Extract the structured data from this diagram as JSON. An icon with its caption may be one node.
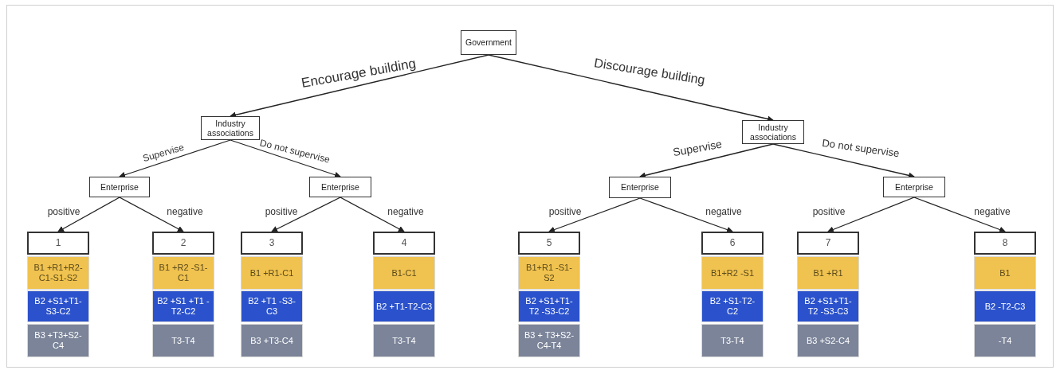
{
  "diagram": {
    "nodes": [
      {
        "text": [
          "Government"
        ]
      },
      {
        "text": [
          "Industry associations"
        ]
      },
      {
        "text": [
          "Enterprise"
        ]
      },
      {
        "text": [
          "Enterprise"
        ]
      },
      {
        "text": [
          "Industry associations"
        ]
      },
      {
        "text": [
          "Enterprise"
        ]
      },
      {
        "text": [
          "Enterprise"
        ]
      },
      {
        "text": [
          "1"
        ]
      },
      {
        "text": [
          "B1 +R1+R2-C1-S1-S2"
        ]
      },
      {
        "text": [
          "B2 +S1+T1-S3-C2"
        ]
      },
      {
        "text": [
          "B3 +T3+S2-C4"
        ]
      },
      {
        "text": [
          "2"
        ]
      },
      {
        "text": [
          "B1 +R2 -S1-C1"
        ]
      },
      {
        "text": [
          "B2 +S1 +T1 -T2-C2"
        ]
      },
      {
        "text": [
          "T3-T4"
        ]
      },
      {
        "text": [
          "3"
        ]
      },
      {
        "text": [
          "B1 +R1-C1"
        ]
      },
      {
        "text": [
          "B2 +T1 -S3-C3"
        ]
      },
      {
        "text": [
          "B3 +T3-C4"
        ]
      },
      {
        "text": [
          "4"
        ]
      },
      {
        "text": [
          "B1-C1"
        ]
      },
      {
        "text": [
          "B2 +T1-T2-C3"
        ]
      },
      {
        "text": [
          "T3-T4"
        ]
      },
      {
        "text": [
          "5"
        ]
      },
      {
        "text": [
          "B1+R1 -S1-S2"
        ]
      },
      {
        "text": [
          "B2 +S1+T1-T2 -S3-C2"
        ]
      },
      {
        "text": [
          "B3 + T3+S2-C4-T4"
        ]
      },
      {
        "text": [
          "6"
        ]
      },
      {
        "text": [
          "B1+R2 -S1"
        ]
      },
      {
        "text": [
          "B2 +S1-T2-C2"
        ]
      },
      {
        "text": [
          "T3-T4"
        ]
      },
      {
        "text": [
          "7"
        ]
      },
      {
        "text": [
          "B1 +R1"
        ]
      },
      {
        "text": [
          "B2 +S1+T1-T2 -S3-C3"
        ]
      },
      {
        "text": [
          "B3 +S2-C4"
        ]
      },
      {
        "text": [
          "8"
        ]
      },
      {
        "text": [
          "B1"
        ]
      },
      {
        "text": [
          "B2 -T2-C3"
        ]
      },
      {
        "text": [
          "-T4"
        ]
      }
    ],
    "edges": [
      {
        "from": 0,
        "to": 1,
        "arrow": "to",
        "label": "Encourage building"
      },
      {
        "from": 0,
        "to": 4,
        "arrow": "to",
        "label": "Discourage building"
      },
      {
        "from": 1,
        "to": 2,
        "arrow": "to",
        "label": "Supervise"
      },
      {
        "from": 1,
        "to": 3,
        "arrow": "to",
        "label": "Do not supervise"
      },
      {
        "from": 4,
        "to": 5,
        "arrow": "to",
        "label": "Supervise"
      },
      {
        "from": 4,
        "to": 6,
        "arrow": "to",
        "label": "Do not supervise"
      },
      {
        "from": 2,
        "to": 7,
        "arrow": "to",
        "label": "positive"
      },
      {
        "from": 2,
        "to": 11,
        "arrow": "to",
        "label": "negative"
      },
      {
        "from": 3,
        "to": 15,
        "arrow": "to",
        "label": "positive"
      },
      {
        "from": 3,
        "to": 19,
        "arrow": "to",
        "label": "negative"
      },
      {
        "from": 5,
        "to": 23,
        "arrow": "to",
        "label": "positive"
      },
      {
        "from": 5,
        "to": 27,
        "arrow": "to",
        "label": "negative"
      },
      {
        "from": 6,
        "to": 31,
        "arrow": "to",
        "label": "positive"
      },
      {
        "from": 6,
        "to": 35,
        "arrow": "to",
        "label": "negative"
      }
    ]
  }
}
